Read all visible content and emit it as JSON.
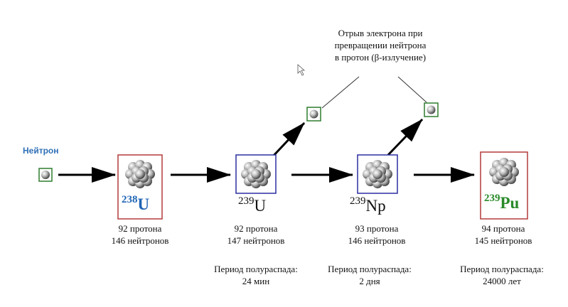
{
  "colors": {
    "neutron_label": "#2f6fb6",
    "u238_box": "#b33a3a",
    "u239_box": "#2b2fa0",
    "np_box": "#2b2fa0",
    "pu_box": "#b33a3a",
    "neutron_box": "#2e7d2e",
    "u238_symbol": "#1f64b4",
    "pu_symbol": "#2a8a2a",
    "arrow": "#000000"
  },
  "annotation": {
    "line1": "Отрыв электрона при",
    "line2": "превращении нейтрона",
    "line3": "в протон (β-излучение)"
  },
  "neutron": {
    "label": "Нейтрон"
  },
  "nuclides": [
    {
      "mass": "238",
      "symbol": "U",
      "protons": "92 протона",
      "neutrons": "146 нейтронов",
      "halflife_label": "",
      "halflife_value": ""
    },
    {
      "mass": "239",
      "symbol": "U",
      "protons": "92 протона",
      "neutrons": "147 нейтронов",
      "halflife_label": "Период полураспада:",
      "halflife_value": "24 мин"
    },
    {
      "mass": "239",
      "symbol": "Np",
      "protons": "93 протона",
      "neutrons": "146 нейтронов",
      "halflife_label": "Период полураспада:",
      "halflife_value": "2 дня"
    },
    {
      "mass": "239",
      "symbol": "Pu",
      "protons": "94 протона",
      "neutrons": "145 нейтронов",
      "halflife_label": "Период полураспада:",
      "halflife_value": "24000 лет"
    }
  ]
}
